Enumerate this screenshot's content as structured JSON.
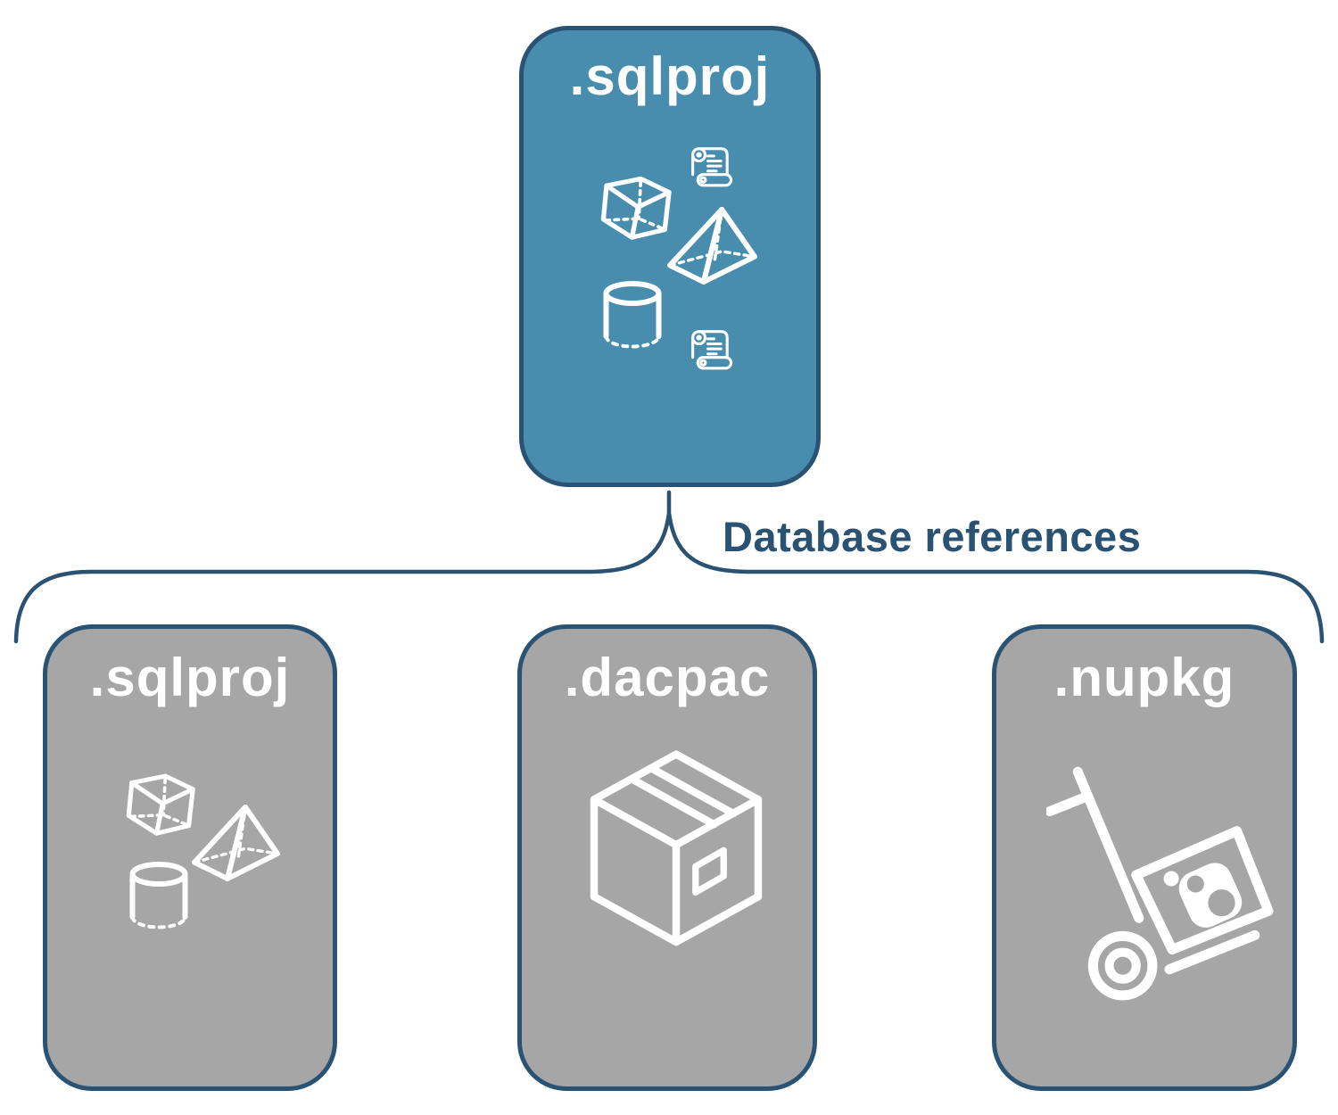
{
  "diagram": {
    "connector_label": "Database references",
    "root_node": {
      "label": ".sqlproj",
      "icons": [
        "scroll-icon",
        "cube-icon",
        "pyramid-icon",
        "cylinder-icon",
        "scroll-icon"
      ]
    },
    "child_nodes": [
      {
        "label": ".sqlproj",
        "icons": [
          "cube-icon",
          "pyramid-icon",
          "cylinder-icon"
        ]
      },
      {
        "label": ".dacpac",
        "icons": [
          "package-box-icon"
        ]
      },
      {
        "label": ".nupkg",
        "icons": [
          "hand-truck-package-icon"
        ]
      }
    ],
    "colors": {
      "root_fill": "#488DAE",
      "child_fill": "#A6A6A6",
      "stroke_navy": "#2A5273",
      "icon_white": "#FFFFFF",
      "background": "#FFFFFF"
    }
  }
}
